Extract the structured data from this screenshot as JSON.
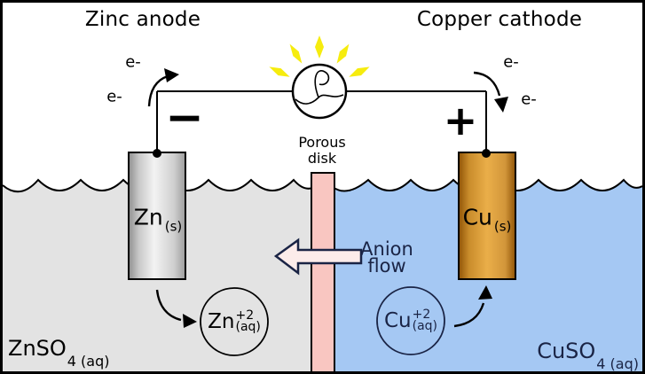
{
  "titles": {
    "left": "Zinc anode",
    "right": "Copper cathode"
  },
  "electron_label": "e-",
  "terminals": {
    "negative": "−",
    "positive": "+"
  },
  "porous_disk_label": {
    "line1": "Porous",
    "line2": "disk"
  },
  "anion_flow_label": {
    "line1": "Anion",
    "line2": "flow"
  },
  "electrodes": {
    "zinc": {
      "symbol": "Zn",
      "state": "(s)"
    },
    "copper": {
      "symbol": "Cu",
      "state": "(s)"
    }
  },
  "ions": {
    "zinc": {
      "symbol": "Zn",
      "charge": "+2",
      "state": "(aq)"
    },
    "copper": {
      "symbol": "Cu",
      "charge": "+2",
      "state": "(aq)"
    }
  },
  "solutions": {
    "zinc": {
      "formula": "ZnSO",
      "subscript": "4 (aq)"
    },
    "copper": {
      "formula": "CuSO",
      "subscript": "4 (aq)"
    }
  },
  "colors": {
    "zinc_solution": "#e3e3e3",
    "copper_solution": "#a5c8f3",
    "porous_disk": "#f9c6c1",
    "anion_arrow_fill": "#fcecea",
    "navy": "#1a2445",
    "electron_fill": "#f4eec0",
    "ray_yellow": "#f6ec0e",
    "zinc_electrode_light": "#f2f2f2",
    "zinc_electrode_dark": "#9c9c9c",
    "copper_electrode_light": "#eaae49",
    "copper_electrode_dark": "#8f5407",
    "outline_black": "#000000"
  }
}
